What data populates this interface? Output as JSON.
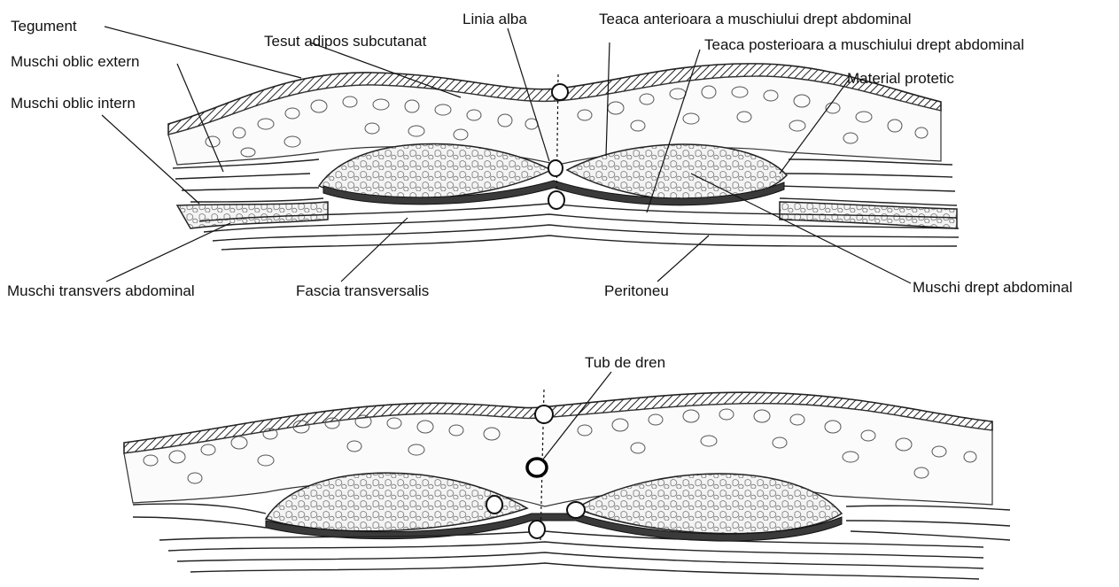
{
  "diagram": {
    "top_panel": {
      "labels": {
        "tegument": "Tegument",
        "tesut": "Tesut adipos subcutanat",
        "linia_alba": "Linia alba",
        "teaca_ant": "Teaca anterioara a muschiului drept abdominal",
        "teaca_post": "Teaca posterioara a muschiului drept abdominal",
        "oblic_ext": "Muschi oblic extern",
        "oblic_int": "Muschi oblic intern",
        "material": "Material protetic",
        "transvers": "Muschi transvers abdominal",
        "fascia": "Fascia transversalis",
        "peritoneu": "Peritoneu",
        "drept": "Muschi drept abdominal"
      }
    },
    "bottom_panel": {
      "labels": {
        "tub": "Tub de dren"
      }
    },
    "colors": {
      "ink": "#111111",
      "paper": "#ffffff",
      "shade": "#3a3a3a"
    }
  }
}
